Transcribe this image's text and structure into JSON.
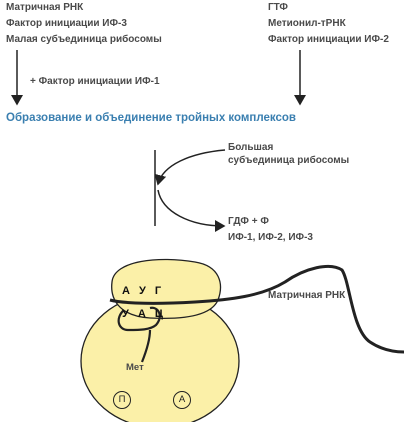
{
  "left_inputs": [
    "Матричная РНК",
    "Фактор инициации ИФ-3",
    "Малая субъединица рибосомы"
  ],
  "right_inputs": [
    "ГТФ",
    "Метионил-тРНК",
    "Фактор инициации ИФ-2"
  ],
  "factor_added": "+ Фактор инициации ИФ-1",
  "heading": "Образование и объединение тройных комплексов",
  "large_subunit": [
    "Большая",
    "субъединица рибосомы"
  ],
  "products": [
    "ГДФ + Ф",
    "ИФ-1, ИФ-2, ИФ-3"
  ],
  "mrna_label": "Матричная РНК",
  "codon": "А У Г",
  "anticodon": "У А Ц",
  "amino_acid": "Мет",
  "site_p": "П",
  "site_a": "А",
  "colors": {
    "heading": "#3a7fb0",
    "ribosome": "#fbf0a8",
    "line": "#222222"
  }
}
